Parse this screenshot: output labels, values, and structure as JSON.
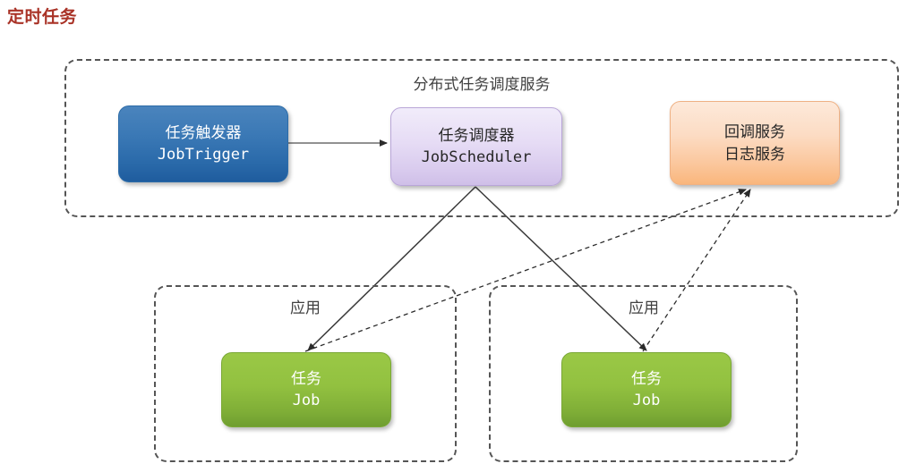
{
  "title": "定时任务",
  "colors": {
    "title": "#a93226",
    "trigger_blue": "#2d6ca8",
    "scheduler_purple": "#d9cbee",
    "callback_orange": "#fbc79d",
    "job_green": "#92c140",
    "group_border": "#555555",
    "connector": "#3a3a3a"
  },
  "groups": {
    "service": {
      "label": "分布式任务调度服务"
    },
    "app_left": {
      "label": "应用"
    },
    "app_right": {
      "label": "应用"
    }
  },
  "nodes": {
    "trigger": {
      "cn": "任务触发器",
      "en": "JobTrigger"
    },
    "scheduler": {
      "cn": "任务调度器",
      "en": "JobScheduler"
    },
    "callback": {
      "cn": "回调服务",
      "en": "日志服务"
    },
    "job_left": {
      "cn": "任务",
      "en": "Job"
    },
    "job_right": {
      "cn": "任务",
      "en": "Job"
    }
  },
  "connectors": [
    {
      "name": "trigger-to-scheduler",
      "style": "solid"
    },
    {
      "name": "scheduler-to-job-left",
      "style": "solid"
    },
    {
      "name": "scheduler-to-job-right",
      "style": "solid"
    },
    {
      "name": "job-left-to-callback",
      "style": "dashed"
    },
    {
      "name": "job-right-to-callback",
      "style": "dashed"
    }
  ]
}
